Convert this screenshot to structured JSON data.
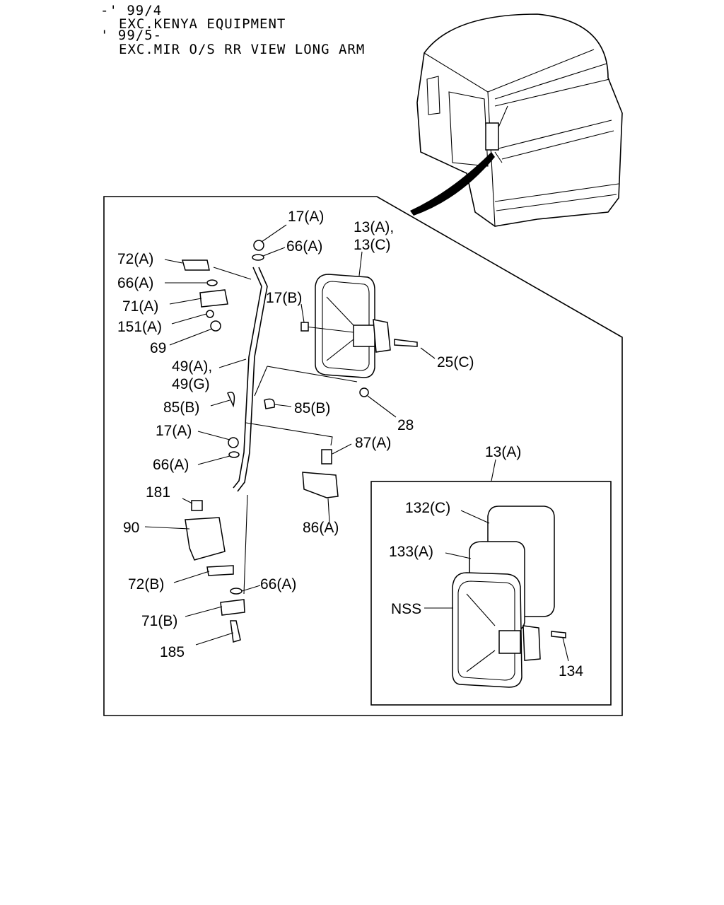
{
  "header": {
    "line1": "-' 99/4",
    "line2": "EXC.KENYA EQUIPMENT",
    "line3": "' 99/5-",
    "line4": "EXC.MIR O/S RR VIEW LONG ARM"
  },
  "callouts": {
    "c17a_top": "17(A)",
    "c66a_top": "66(A)",
    "c13a_13c_1": "13(A),",
    "c13a_13c_2": "13(C)",
    "c72a": "72(A)",
    "c66a_left": "66(A)",
    "c17b": "17(B)",
    "c71a": "71(A)",
    "c151a": "151(A)",
    "c69": "69",
    "c25c": "25(C)",
    "c49_1": "49(A),",
    "c49_2": "49(G)",
    "c85b_left": "85(B)",
    "c85b_right": "85(B)",
    "c28": "28",
    "c17a_mid": "17(A)",
    "c87a": "87(A)",
    "c66a_mid": "66(A)",
    "c13a_inset": "13(A)",
    "c181": "181",
    "c86a": "86(A)",
    "c90": "90",
    "c72b": "72(B)",
    "c66a_bottom": "66(A)",
    "c71b": "71(B)",
    "c185": "185",
    "c132c": "132(C)",
    "c133a": "133(A)",
    "cNSS": "NSS",
    "c134": "134"
  }
}
